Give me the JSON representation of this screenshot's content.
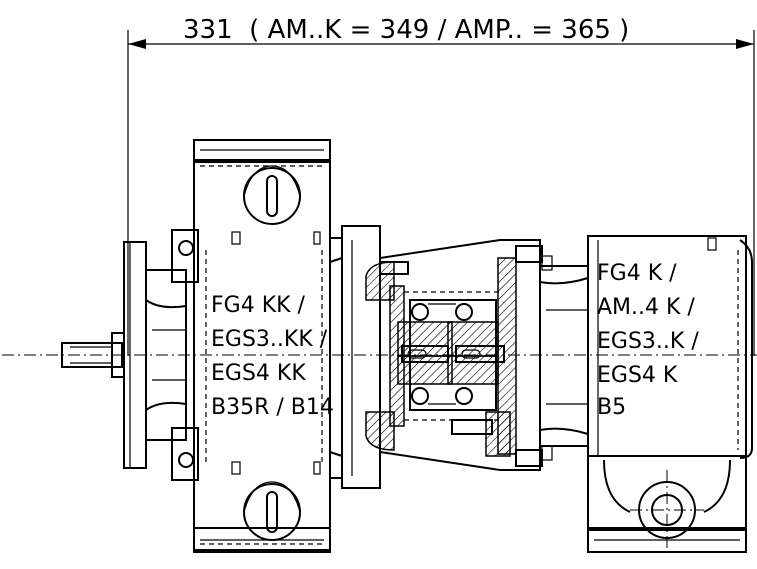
{
  "dimension": {
    "text": "331  ( AM..K = 349 / AMP.. = 365 )"
  },
  "left_unit_label": {
    "lines": [
      "FG4 KK /",
      "EGS3..KK /",
      "EGS4 KK",
      "B35R / B14"
    ]
  },
  "right_unit_label": {
    "lines": [
      "FG4 K /",
      "AM..4 K /",
      "EGS3..K /",
      "EGS4 K",
      "B5"
    ]
  }
}
